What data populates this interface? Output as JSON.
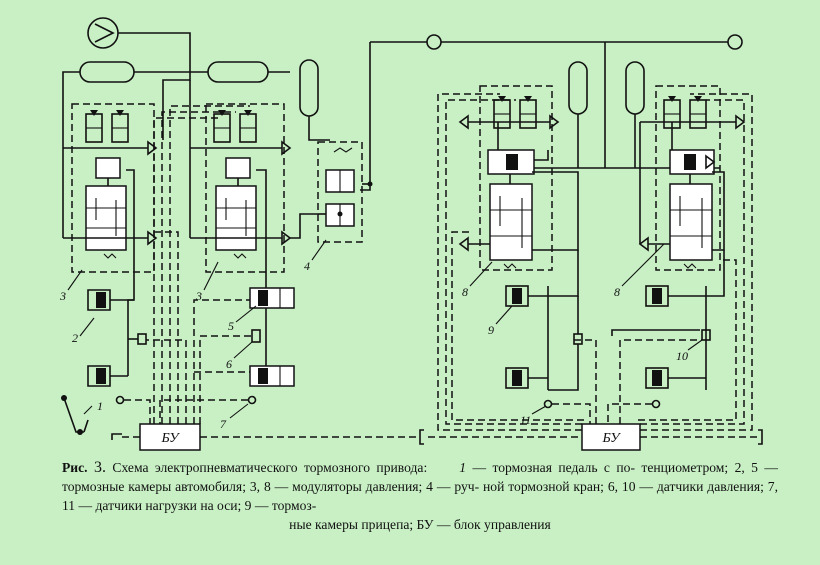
{
  "diagram": {
    "labels": {
      "l1": "1",
      "l2": "2",
      "l3a": "3",
      "l3b": "3",
      "l4": "4",
      "l5": "5",
      "l6": "6",
      "l7": "7",
      "l8a": "8",
      "l8b": "8",
      "l9": "9",
      "l10": "10",
      "l11": "11"
    },
    "bu_left": "БУ",
    "bu_right": "БУ"
  },
  "caption": {
    "prefix": "Рис.",
    "number": "3.",
    "title": "Схема электропневматического тормозного привода:",
    "line1_rest": "— тормозная педаль с по-",
    "line2": "тенциометром; 2, 5 — тормозные камеры автомобиля; 3, 8 — модуляторы давления; 4 — руч-",
    "line3": "ной тормозной кран; 6, 10 — датчики давления; 7, 11 — датчики нагрузки на оси; 9 — тормоз-",
    "line4": "ные камеры прицепа; БУ — блок управления",
    "item1_num": "1"
  }
}
